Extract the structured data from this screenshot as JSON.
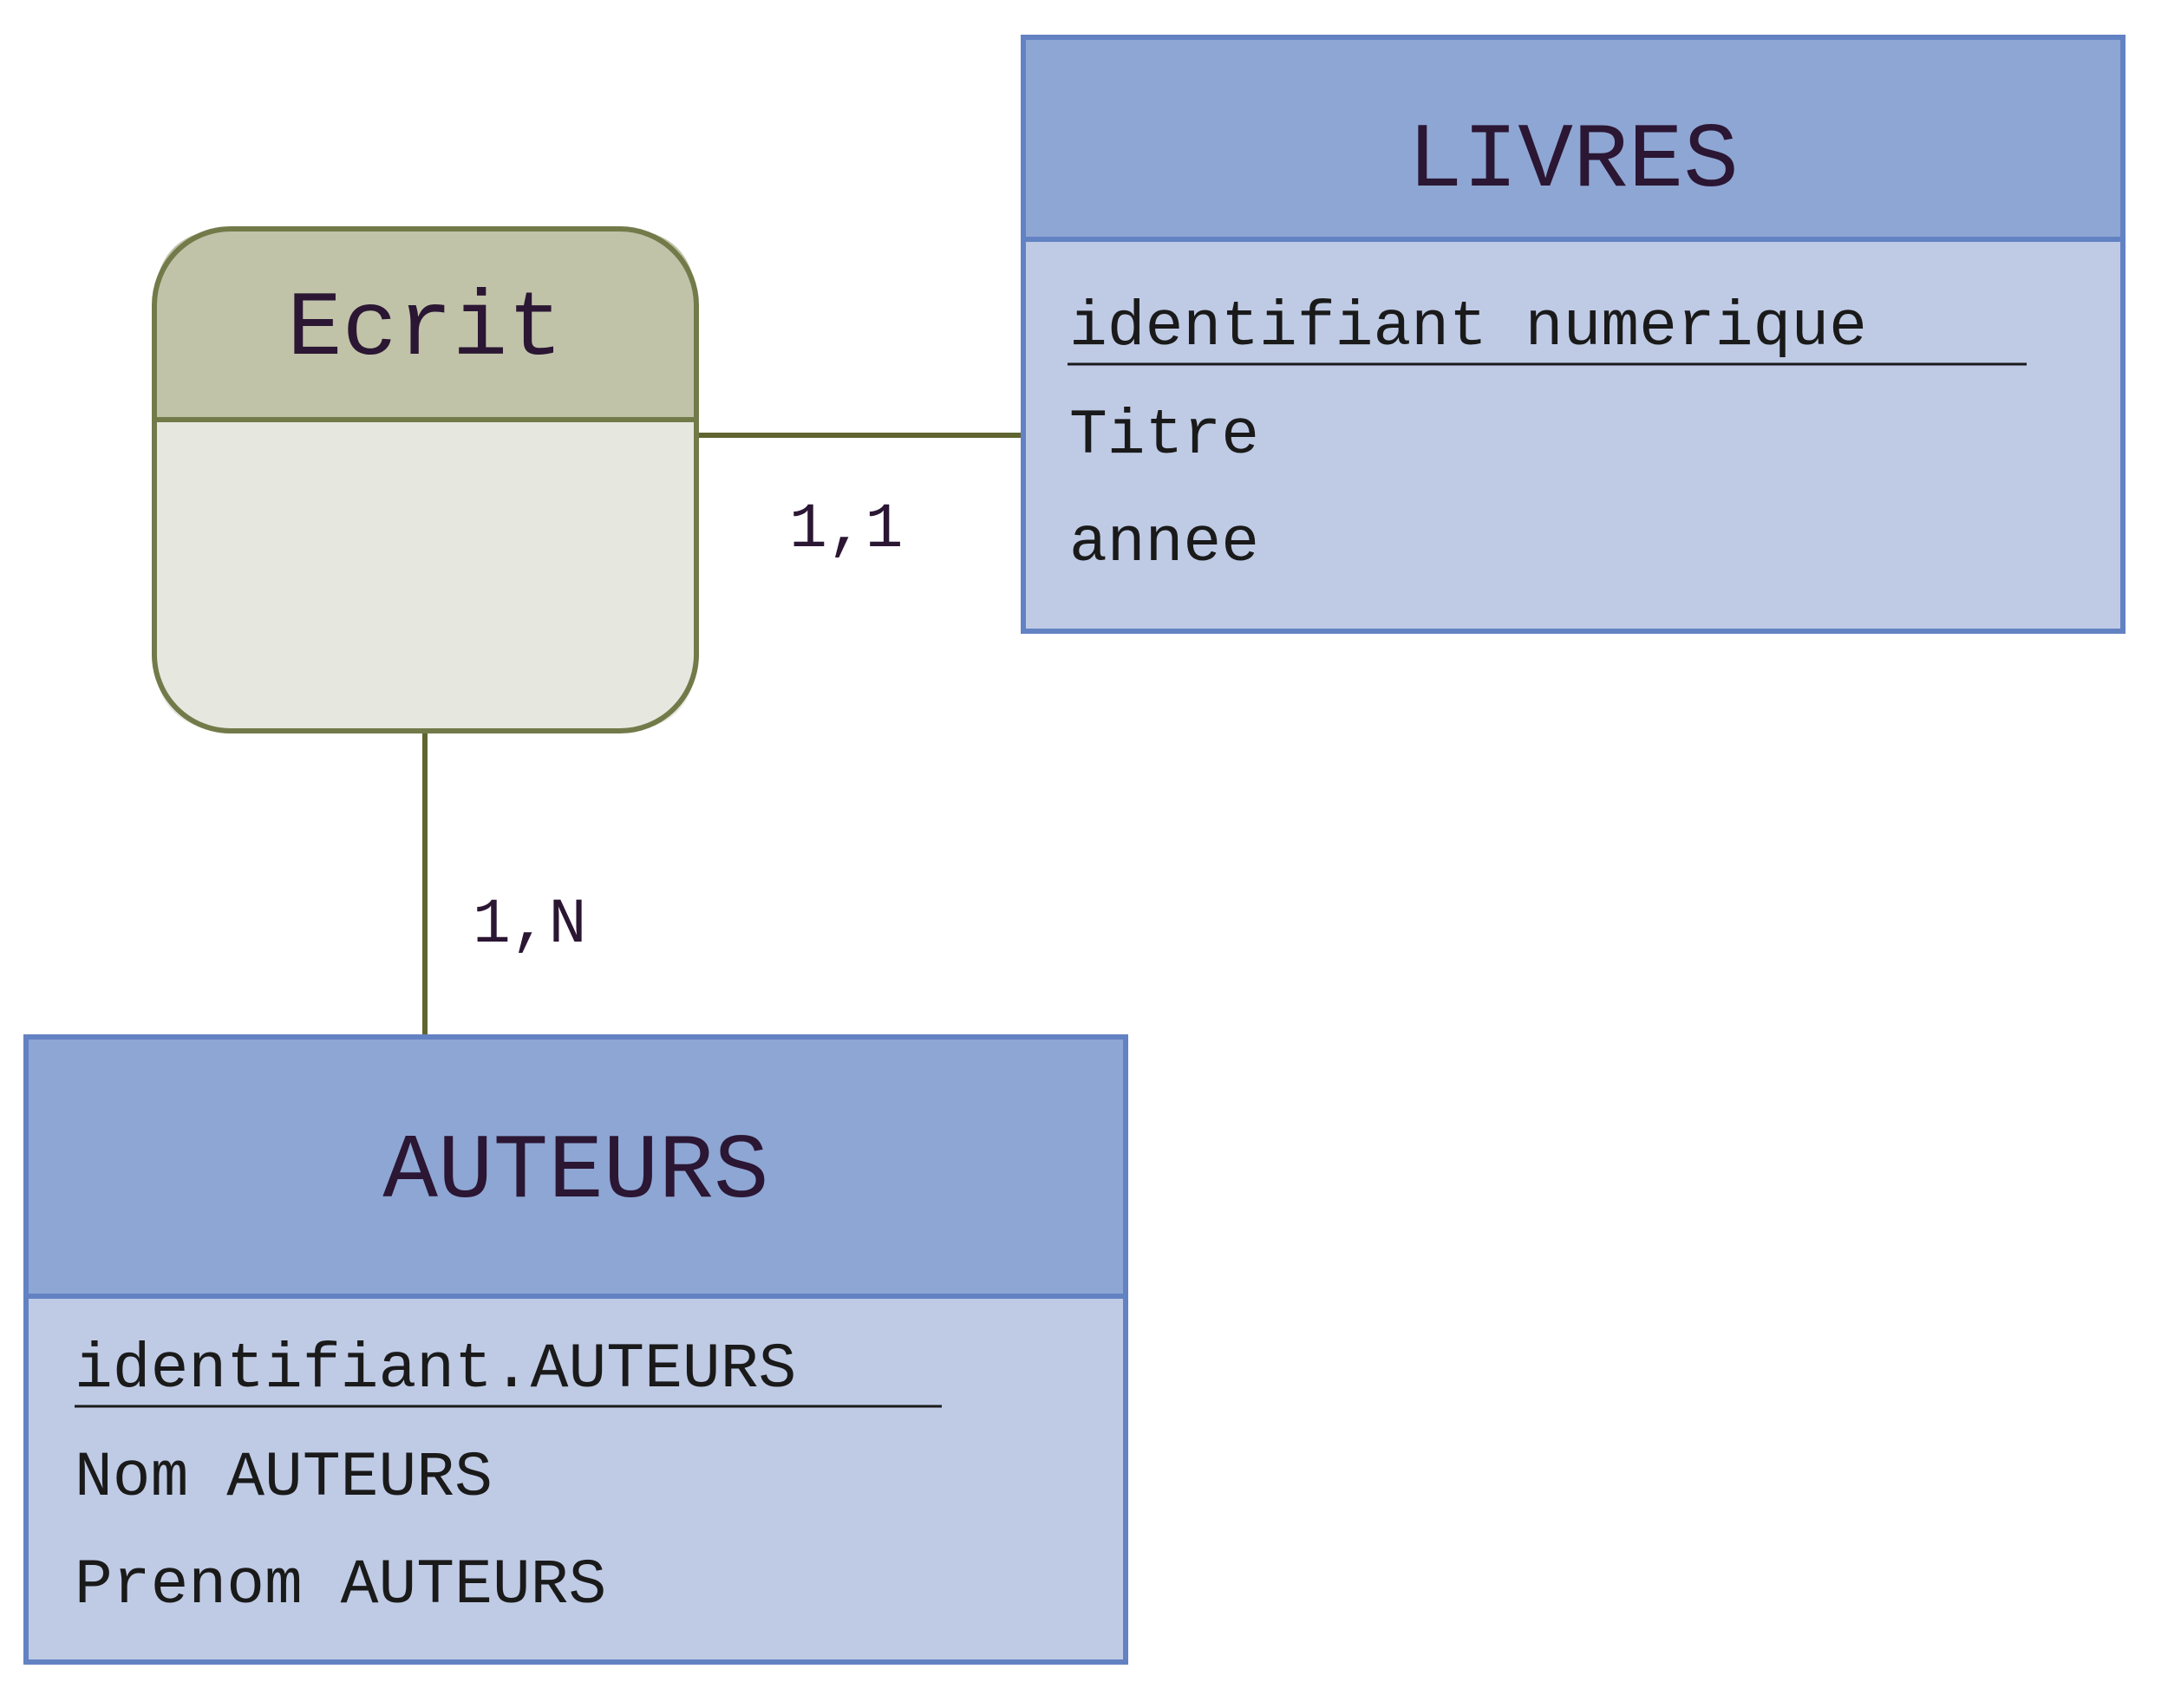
{
  "association": {
    "name": "Ecrit"
  },
  "entities": {
    "livres": {
      "name": "LIVRES",
      "key_attribute": "identifiant numerique",
      "attributes": [
        "Titre",
        "annee"
      ]
    },
    "auteurs": {
      "name": "AUTEURS",
      "key_attribute": "identifiant.AUTEURS",
      "attributes": [
        "Nom AUTEURS",
        "Prenom AUTEURS"
      ]
    }
  },
  "cardinalities": {
    "livres": "1,1",
    "auteurs": "1,N"
  },
  "colors": {
    "entity_header": "#8ea6d3",
    "entity_body": "#bfcbe5",
    "entity_border": "#6382c3",
    "association_header": "#c0c3a8",
    "association_body": "#e6e8e0",
    "association_border": "#737a4a",
    "link": "#5f6430",
    "text": "#2b1633"
  }
}
